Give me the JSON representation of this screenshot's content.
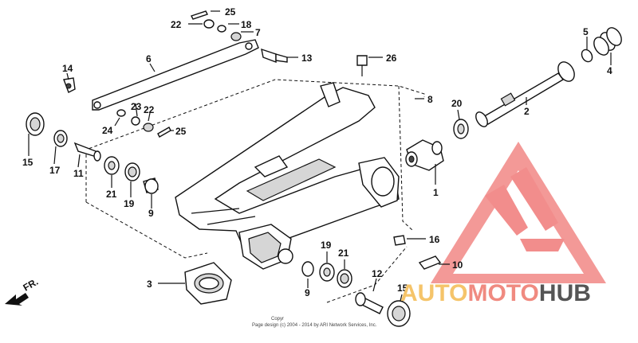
{
  "parts": [
    {
      "id": "p1",
      "label": "1"
    },
    {
      "id": "p2",
      "label": "2"
    },
    {
      "id": "p3",
      "label": "3"
    },
    {
      "id": "p4",
      "label": "4"
    },
    {
      "id": "p5",
      "label": "5"
    },
    {
      "id": "p6",
      "label": "6"
    },
    {
      "id": "p7",
      "label": "7"
    },
    {
      "id": "p8",
      "label": "8"
    },
    {
      "id": "p9a",
      "label": "9"
    },
    {
      "id": "p9b",
      "label": "9"
    },
    {
      "id": "p10",
      "label": "10"
    },
    {
      "id": "p11",
      "label": "11"
    },
    {
      "id": "p12",
      "label": "12"
    },
    {
      "id": "p13",
      "label": "13"
    },
    {
      "id": "p14",
      "label": "14"
    },
    {
      "id": "p15a",
      "label": "15"
    },
    {
      "id": "p15b",
      "label": "15"
    },
    {
      "id": "p16",
      "label": "16"
    },
    {
      "id": "p17",
      "label": "17"
    },
    {
      "id": "p18",
      "label": "18"
    },
    {
      "id": "p19a",
      "label": "19"
    },
    {
      "id": "p19b",
      "label": "19"
    },
    {
      "id": "p20",
      "label": "20"
    },
    {
      "id": "p21a",
      "label": "21"
    },
    {
      "id": "p21b",
      "label": "21"
    },
    {
      "id": "p22a",
      "label": "22"
    },
    {
      "id": "p22b",
      "label": "22"
    },
    {
      "id": "p23",
      "label": "23"
    },
    {
      "id": "p24",
      "label": "24"
    },
    {
      "id": "p25a",
      "label": "25"
    },
    {
      "id": "p25b",
      "label": "25"
    },
    {
      "id": "p26",
      "label": "26"
    }
  ],
  "direction_label": "FR.",
  "copyright_line1": "Copyr",
  "copyright_line2": "Page design (c) 2004 - 2014 by ARI Network Services, Inc.",
  "watermark": {
    "word_part1": "AUTO",
    "word_part2": "MOTO",
    "word_part3": "HUB",
    "color_part1": "#f5c46a",
    "color_part2": "#f08a80",
    "color_part3": "#555555",
    "logo_color": "#f07a78"
  }
}
